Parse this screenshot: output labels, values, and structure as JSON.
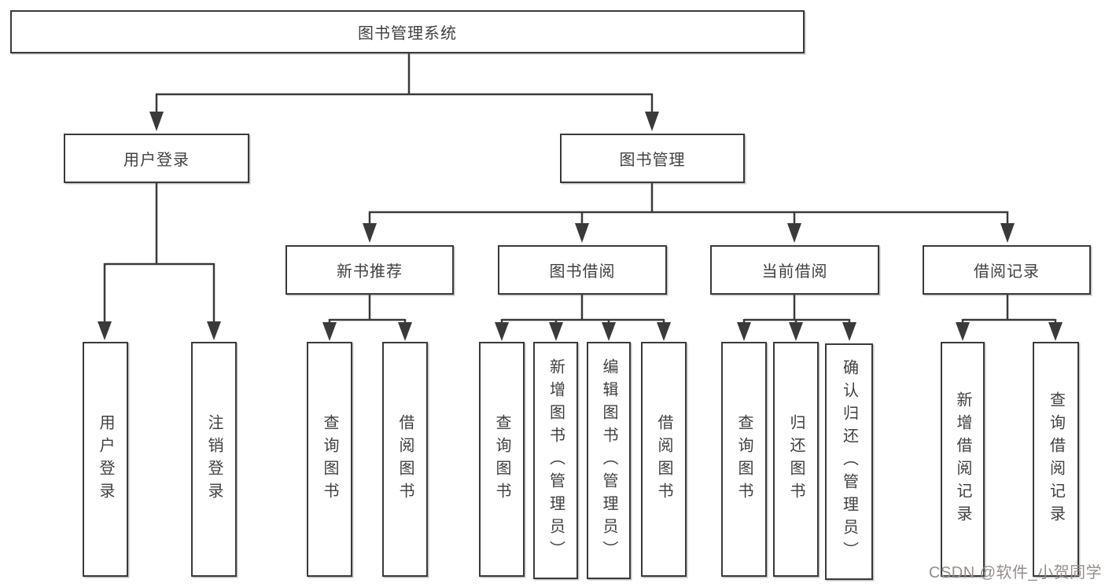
{
  "root": {
    "label": "图书管理系统"
  },
  "user_login": {
    "label": "用户登录",
    "children": [
      "用户登录",
      "注销登录"
    ]
  },
  "book_management": {
    "label": "图书管理"
  },
  "sections": [
    {
      "label": "新书推荐",
      "children": [
        "查询图书",
        "借阅图书"
      ]
    },
    {
      "label": "图书借阅",
      "children": [
        "查询图书",
        "新增图书（管理员）",
        "编辑图书（管理员）",
        "借阅图书"
      ]
    },
    {
      "label": "当前借阅",
      "children": [
        "查询图书",
        "归还图书",
        "确认归还（管理员）"
      ]
    },
    {
      "label": "借阅记录",
      "children": [
        "新增借阅记录",
        "查询借阅记录"
      ]
    }
  ],
  "watermark": {
    "text": "CSDN @软件_小贺同学",
    "color": "#968c8c"
  },
  "colors": {
    "line": "#3a3a3a",
    "border": "#3a3a3a",
    "text": "#404040",
    "background": "#ffffff"
  }
}
